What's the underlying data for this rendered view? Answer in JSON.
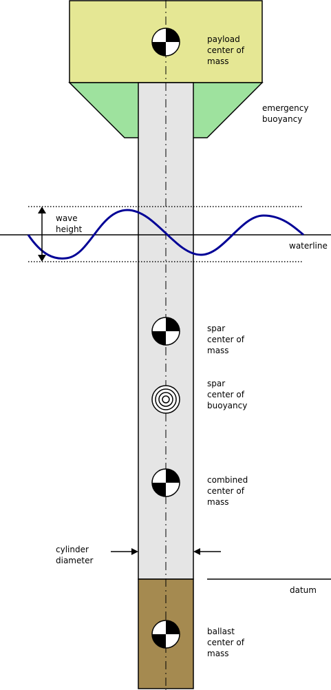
{
  "labels": {
    "payload_com": [
      "payload",
      "center of",
      "mass"
    ],
    "emergency_buoyancy": [
      "emergency",
      "buoyancy"
    ],
    "wave_height": [
      "wave",
      "height"
    ],
    "waterline": [
      "waterline"
    ],
    "spar_com": [
      "spar",
      "center of",
      "mass"
    ],
    "spar_cob": [
      "spar",
      "center of",
      "buoyancy"
    ],
    "combined_com": [
      "combined",
      "center of",
      "mass"
    ],
    "cylinder_diameter": [
      "cylinder",
      "diameter"
    ],
    "datum": [
      "datum"
    ],
    "ballast_com": [
      "ballast",
      "center of",
      "mass"
    ]
  },
  "colors": {
    "payload_fill": "#e5e794",
    "buoyancy_fill": "#9ee29e",
    "spar_fill": "#e5e5e5",
    "ballast_fill": "#a58a50",
    "wave_stroke": "#000096",
    "outline": "#000000"
  },
  "symbols": {
    "center_of_mass": "checkered-circle-icon",
    "center_of_buoyancy": "concentric-circles-icon"
  }
}
